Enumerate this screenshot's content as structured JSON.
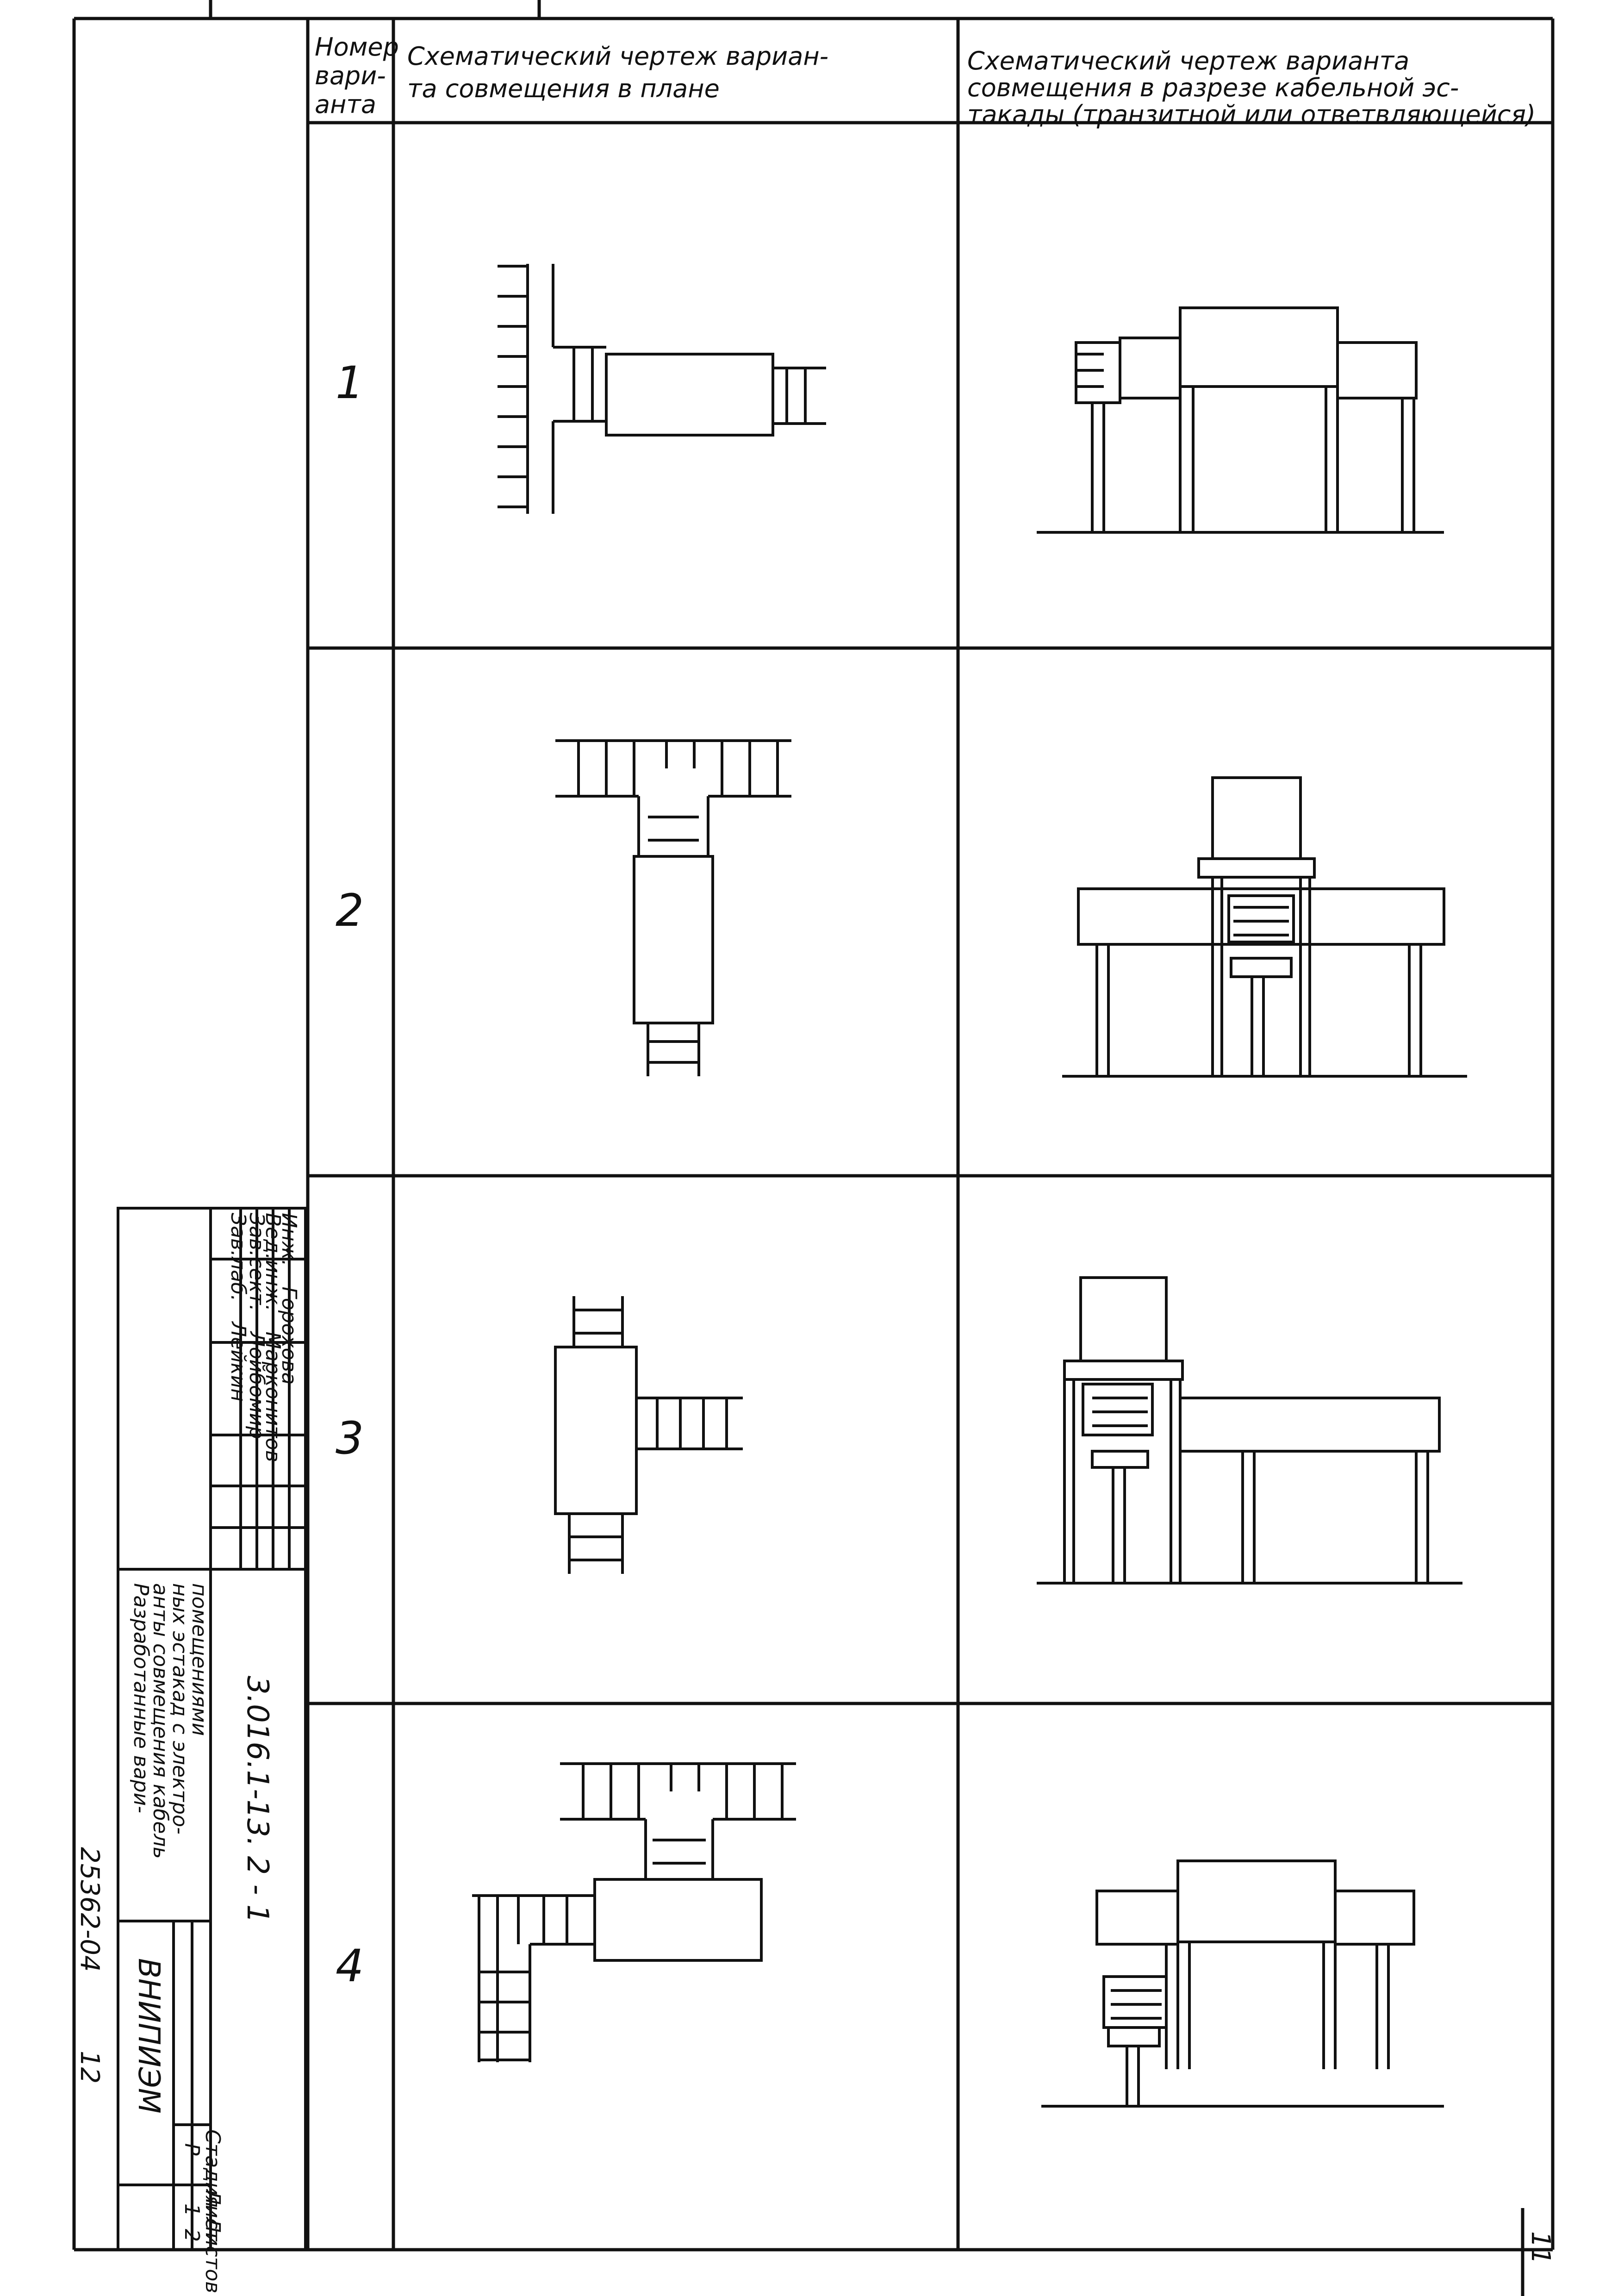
{
  "header": {
    "col_number": [
      "Номер",
      "вари-",
      "анта"
    ],
    "col_plan": [
      "Схематический чертеж вариан-",
      "та совмещения в плане"
    ],
    "col_section": [
      "Схематический чертеж варианта",
      "совмещения в разрезе кабельной эс-",
      "такады (транзитной или ответвляющейся)"
    ]
  },
  "rows": [
    {
      "number": "1"
    },
    {
      "number": "2"
    },
    {
      "number": "3"
    },
    {
      "number": "4"
    }
  ],
  "stamp": {
    "doc_code": "3.016.1-13. 2 - 1",
    "title": [
      "Разработанные вари-",
      "анты совмещения кабель",
      "ных эстакад с электро-",
      "помещениями"
    ],
    "stage_label": "Стадия",
    "sheet_label": "Лист",
    "sheets_label": "Листов",
    "stage": "Р",
    "sheet": "1",
    "sheets": "2",
    "org": "ВНИПИЭМ",
    "people": [
      {
        "role": "Зав.лаб.",
        "name": "Лейкин"
      },
      {
        "role": "Зав.сект.",
        "name": "Лойбомир"
      },
      {
        "role": "Вед.инж.",
        "name": "Марконитов"
      },
      {
        "role": "Инж.",
        "name": "Горохова"
      }
    ]
  },
  "archive_number": "25362-04",
  "archive_page": "12",
  "page_number": "11"
}
